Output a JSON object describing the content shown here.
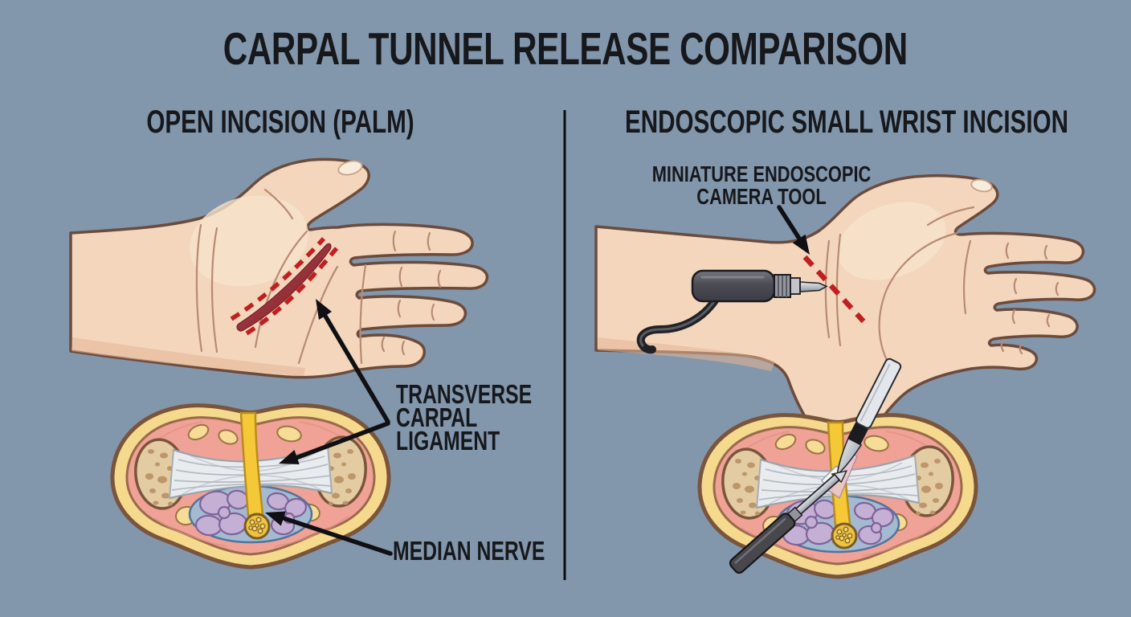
{
  "title": "CARPAL TUNNEL RELEASE COMPARISON",
  "panels": {
    "left": {
      "heading": "OPEN INCISION (PALM)",
      "annotations": {
        "ligament_lines": [
          "TRANSVERSE",
          "CARPAL",
          "LIGAMENT"
        ],
        "median_nerve": "MEDIAN NERVE"
      }
    },
    "right": {
      "heading": "ENDOSCOPIC SMALL WRIST INCISION",
      "annotations": {
        "camera_tool_lines": [
          "MINIATURE ENDOSCOPIC",
          "CAMERA TOOL"
        ]
      }
    }
  },
  "colors": {
    "background": "#8296ac",
    "text": "#17181b",
    "incision_red": "#c11f1f",
    "divider_black": "#0d0d10",
    "skin": "#f3d6bc",
    "skin_shadow": "#e3b795",
    "skin_outline": "#6b4b3c",
    "fat_yellow": "#f5d98d",
    "tissue_pink": "#efa295",
    "bone_tan": "#e3cba2",
    "ligament_white": "#e9ecef",
    "tendon_yellow": "#f5c838",
    "nerve_yellow": "#eec33e",
    "sheath_blue": "#a3bad0",
    "tendon_purple": "#c5b0d5",
    "tool_gray": "#47474c"
  }
}
